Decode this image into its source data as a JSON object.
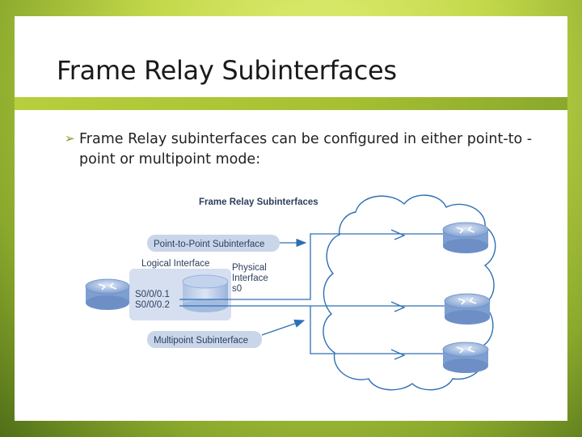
{
  "slide": {
    "title": "Frame Relay Subinterfaces",
    "bullet": "Frame Relay subinterfaces can be configured in either point-to -point or multipoint mode:"
  },
  "diagram": {
    "heading": "Frame Relay Subinterfaces",
    "ptp_label": "Point-to-Point Subinterface",
    "logical_label": "Logical Interface",
    "physical_label_1": "Physical",
    "physical_label_2": "Interface",
    "physical_port": "s0",
    "sub1": "S0/0/0.1",
    "sub2": "S0/0/0.2",
    "multipoint_label": "Multipoint Subinterface"
  },
  "colors": {
    "cloud_stroke": "#2d6fb3",
    "link": "#2d6fb3",
    "label_pill": "#c9d6ea",
    "router": "#6d8fc6"
  }
}
